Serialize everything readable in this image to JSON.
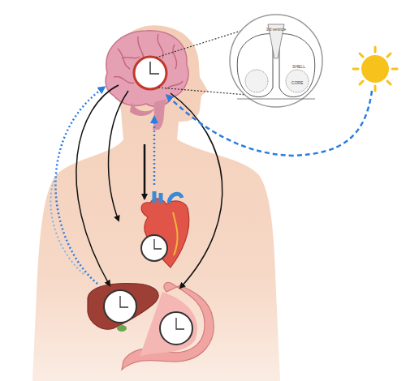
{
  "diagram": {
    "labels": [
      "3rd ventricle",
      "SHELL",
      "CORE"
    ]
  }
}
